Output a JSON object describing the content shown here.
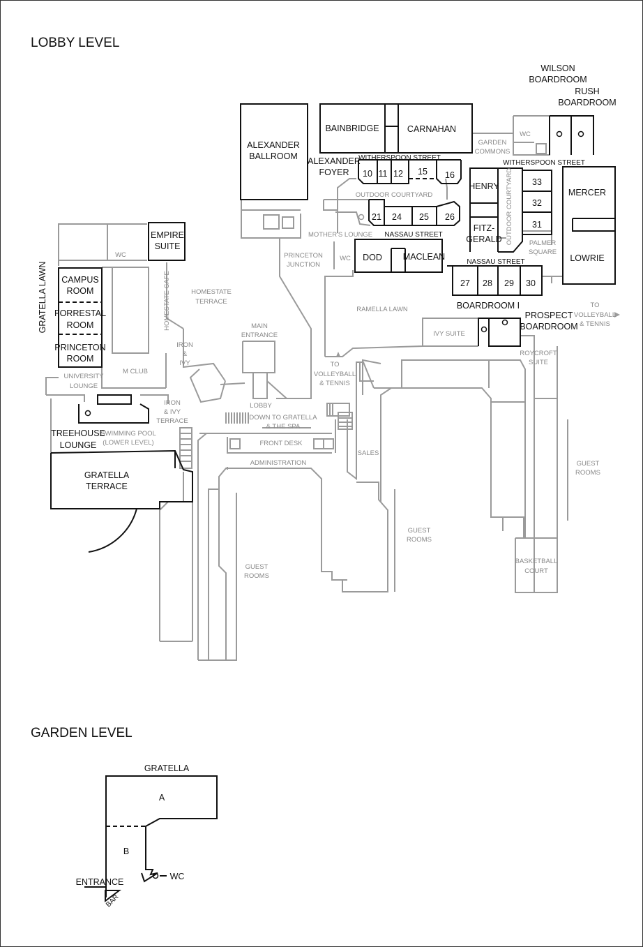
{
  "levels": {
    "lobby": "LOBBY LEVEL",
    "garden": "GARDEN LEVEL"
  },
  "rooms": {
    "alexander_ballroom": [
      "ALEXANDER",
      "BALLROOM"
    ],
    "bainbridge": "BAINBRIDGE",
    "carnahan": "CARNAHAN",
    "alexander_foyer": [
      "ALEXANDER",
      "FOYER"
    ],
    "wilson_boardroom": [
      "WILSON",
      "BOARDROOM"
    ],
    "rush_boardroom": [
      "RUSH",
      "BOARDROOM"
    ],
    "henry": "HENRY",
    "fitzgerald": [
      "FITZ-",
      "GERALD"
    ],
    "mercer": "MERCER",
    "lowrie": "LOWRIE",
    "dod": "DOD",
    "maclean": "MACLEAN",
    "empire_suite": [
      "EMPIRE",
      "SUITE"
    ],
    "campus_room": [
      "CAMPUS",
      "ROOM"
    ],
    "forrestal_room": [
      "FORRESTAL",
      "ROOM"
    ],
    "princeton_room": [
      "PRINCETON",
      "ROOM"
    ],
    "boardroom_i": "BOARDROOM I",
    "prospect_boardroom": [
      "PROSPECT",
      "BOARDROOM"
    ],
    "treehouse_lounge": [
      "TREEHOUSE",
      "LOUNGE"
    ],
    "gratella_terrace": [
      "GRATELLA",
      "TERRACE"
    ],
    "gratella_lawn": "GRATELLA LAWN"
  },
  "meeting_numbers": [
    "10",
    "11",
    "12",
    "15",
    "16",
    "21",
    "24",
    "25",
    "26",
    "27",
    "28",
    "29",
    "30",
    "31",
    "32",
    "33"
  ],
  "streets": {
    "witherspoon_1": "WITHERSPOON STREET",
    "witherspoon_2": "WITHERSPOON STREET",
    "nassau_1": "NASSAU STREET",
    "nassau_2": "NASSAU STREET"
  },
  "areas": {
    "garden_commons": [
      "GARDEN",
      "COMMONS"
    ],
    "wc": "WC",
    "outdoor_courtyard": "OUTDOOR COURTYARD",
    "mothers_lounge": "MOTHER'S LOUNGE",
    "princeton_junction": [
      "PRINCETON",
      "JUNCTION"
    ],
    "palmer_square": [
      "PALMER",
      "SQUARE"
    ],
    "ramella_lawn": "RAMELLA LAWN",
    "homestate_terrace": [
      "HOMESTATE",
      "TERRACE"
    ],
    "homestate_cafe": "HOMESTATE CAFE",
    "main_entrance": [
      "MAIN",
      "ENTRANCE"
    ],
    "iron_ivy": [
      "IRON",
      "&",
      "IVY"
    ],
    "to_volleyball_right": [
      "TO",
      "VOLLEYBALL",
      "& TENNIS"
    ],
    "to_volleyball_center": [
      "TO",
      "VOLLEYBALL",
      "& TENNIS"
    ],
    "ivy_suite": "IVY SUITE",
    "roycroft_suite": [
      "ROYCROFT",
      "SUITE"
    ],
    "university_lounge": [
      "UNIVERSITY",
      "LOUNGE"
    ],
    "m_club": "M CLUB",
    "iron_ivy_terrace": [
      "IRON",
      "& IVY",
      "TERRACE"
    ],
    "lobby": "LOBBY",
    "down_to_gratella": [
      "DOWN TO GRATELLA",
      "& THE SPA"
    ],
    "front_desk": "FRONT DESK",
    "administration": "ADMINISTRATION",
    "sales": "SALES",
    "swimming_pool": [
      "SWIMMING POOL",
      "(LOWER LEVEL)"
    ],
    "guest_rooms": [
      "GUEST",
      "ROOMS"
    ],
    "basketball_court": [
      "BASKETBALL",
      "COURT"
    ]
  },
  "garden": {
    "gratella": "GRATELLA",
    "a": "A",
    "b": "B",
    "entrance": "ENTRANCE",
    "bar": "BAR",
    "wc": "WC"
  },
  "colors": {
    "primary_walls": "#111111",
    "secondary_walls": "#9a9a9a",
    "secondary_text": "#888888"
  }
}
